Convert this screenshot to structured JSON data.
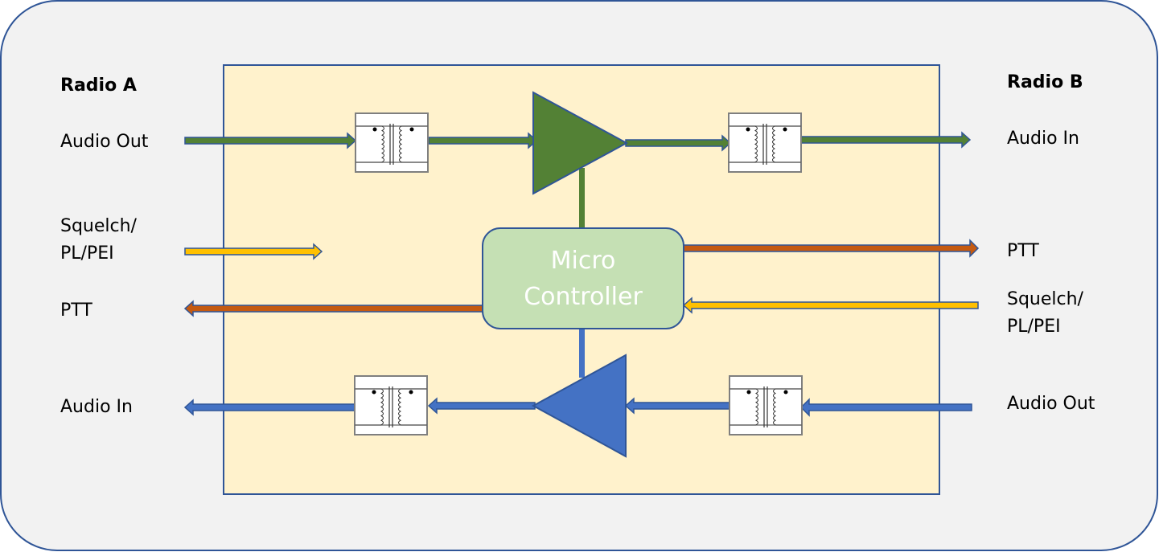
{
  "diagram": {
    "title": "Radio interface block diagram",
    "colors": {
      "outer_background": "#f2f2f2",
      "outer_border": "#2f5597",
      "inner_background": "#fff2cc",
      "inner_border": "#2f5597",
      "audio_a_to_b": "#538135",
      "audio_b_to_a": "#4472c4",
      "squelch_signal": "#ffc000",
      "ptt_signal": "#c55a11",
      "controller_fill": "#c5e0b4",
      "controller_text": "#ffffff",
      "transformer_fill": "#ffffff",
      "transformer_border": "#7f7f7f"
    },
    "radio_a": {
      "title": "Radio A",
      "audio_out": "Audio Out",
      "squelch": "Squelch/\nPL/PEI",
      "ptt": "PTT",
      "audio_in": "Audio In"
    },
    "radio_b": {
      "title": "Radio B",
      "audio_in": "Audio In",
      "ptt": "PTT",
      "squelch": "Squelch/\nPL/PEI",
      "audio_out": "Audio Out"
    },
    "controller": {
      "line1": "Micro",
      "line2": "Controller"
    },
    "components": {
      "transformer": "transformer-icon",
      "amplifier": "amplifier-icon"
    }
  }
}
